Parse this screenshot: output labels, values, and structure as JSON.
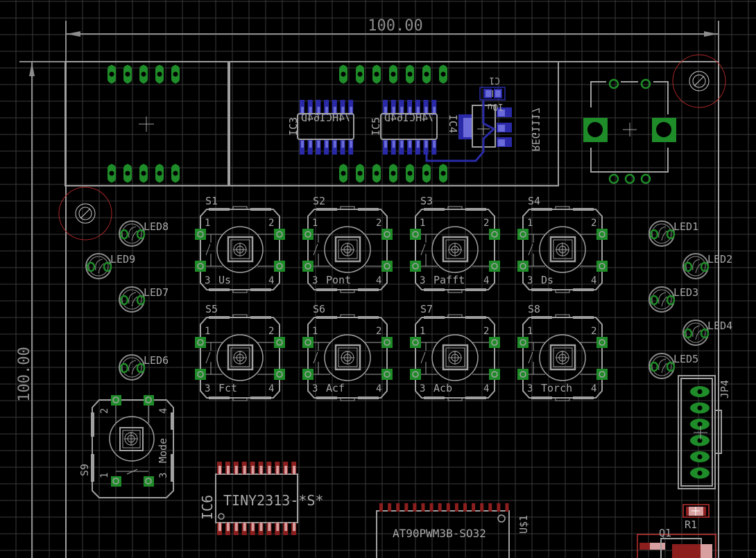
{
  "app": "PCB board editor",
  "colors": {
    "background": "#000000",
    "grid": "#3a3a3a",
    "outline": "#a0a0a0",
    "dimension": "#8c8c8c",
    "pad_green": "#1e8c28",
    "top_copper_blue": "#2a2aa8",
    "top_copper_blue_light": "#6a6ad8",
    "bottom_copper_red": "#8c1e1e",
    "bottom_copper_red_light": "#d8a0a0",
    "restrict_red": "#c03030",
    "silkscreen": "#a8a8a8"
  },
  "dimensions": {
    "horizontal": "100.00",
    "vertical": "100.00"
  },
  "components": {
    "ic3": {
      "name": "IC3",
      "value": "74HC164D"
    },
    "ic5": {
      "name": "IC5",
      "value": "74HC164D"
    },
    "ic4": {
      "name": "IC4",
      "value": "REG1117"
    },
    "c1": {
      "name": "C1",
      "value": "10u"
    },
    "ic6": {
      "name": "IC6",
      "value": "TINY2313-*S*"
    },
    "us1": {
      "name": "U$1",
      "value": "AT90PWM3B-SO32"
    },
    "jp4": {
      "name": "JP4"
    },
    "r1": {
      "name": "R1"
    },
    "q1": {
      "name": "Q1"
    },
    "s9": {
      "name": "S9",
      "value": "Mode",
      "pins": [
        "1",
        "2",
        "3",
        "4"
      ]
    }
  },
  "switches": [
    {
      "name": "S1",
      "value": "Us"
    },
    {
      "name": "S2",
      "value": "Pont"
    },
    {
      "name": "S3",
      "value": "Pafft"
    },
    {
      "name": "S4",
      "value": "Ds"
    },
    {
      "name": "S5",
      "value": "Fct"
    },
    {
      "name": "S6",
      "value": "Acf"
    },
    {
      "name": "S7",
      "value": "Acb"
    },
    {
      "name": "S8",
      "value": "Torch"
    }
  ],
  "switch_pins": [
    "1",
    "2",
    "3",
    "4"
  ],
  "leds": [
    {
      "name": "LED1"
    },
    {
      "name": "LED2"
    },
    {
      "name": "LED3"
    },
    {
      "name": "LED4"
    },
    {
      "name": "LED5"
    },
    {
      "name": "LED6"
    },
    {
      "name": "LED7"
    },
    {
      "name": "LED8"
    },
    {
      "name": "LED9"
    }
  ]
}
